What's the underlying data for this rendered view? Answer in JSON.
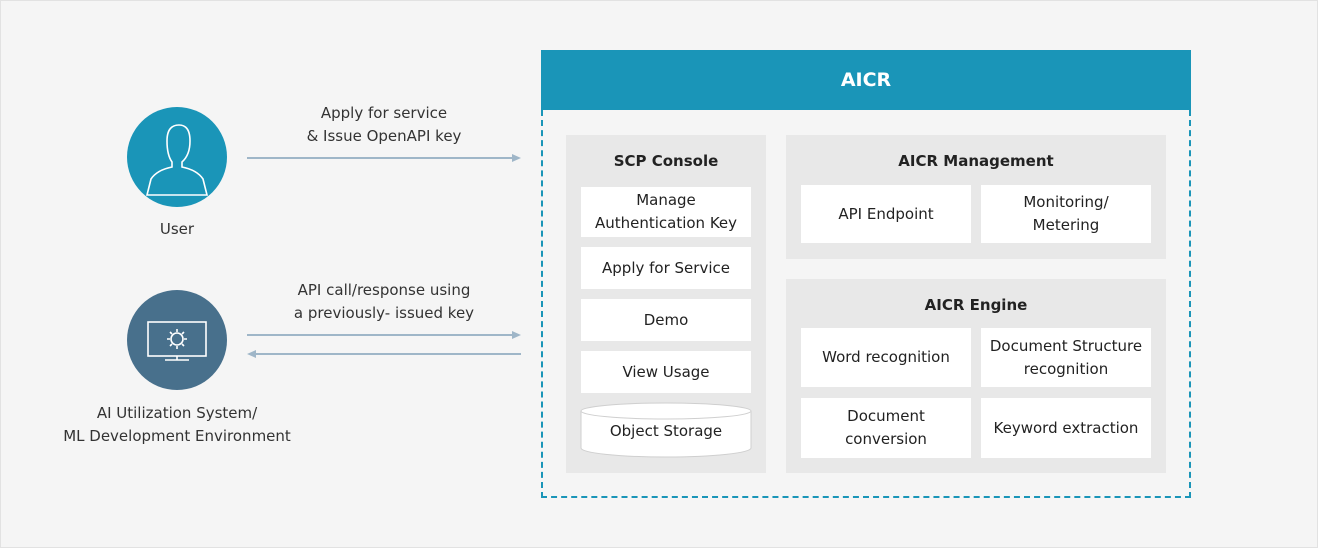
{
  "actors": {
    "user": {
      "label": "User",
      "icon": "user-icon"
    },
    "system": {
      "label": "AI Utilization System/\nML Development Environment",
      "icon": "monitor-gear-icon"
    }
  },
  "arrows": {
    "apply": {
      "label": "Apply for service\n& Issue OpenAPI key"
    },
    "api_call": {
      "label": "API call/response using\na previously- issued key"
    }
  },
  "aicr": {
    "title": "AICR",
    "scp_console": {
      "title": "SCP Console",
      "items": [
        "Manage\nAuthentication Key",
        "Apply for Service",
        "Demo",
        "View Usage"
      ],
      "storage": "Object Storage"
    },
    "management": {
      "title": "AICR Management",
      "items": [
        "API Endpoint",
        "Monitoring/\nMetering"
      ]
    },
    "engine": {
      "title": "AICR Engine",
      "items": [
        "Word recognition",
        "Document Structure\nrecognition",
        "Document\nconversion",
        "Keyword extraction"
      ]
    }
  },
  "colors": {
    "accent": "#1a95b8",
    "user_circle": "#1a95b8",
    "system_circle": "#48708c",
    "arrow": "#9fb6c8",
    "panel": "#e8e8e8"
  }
}
